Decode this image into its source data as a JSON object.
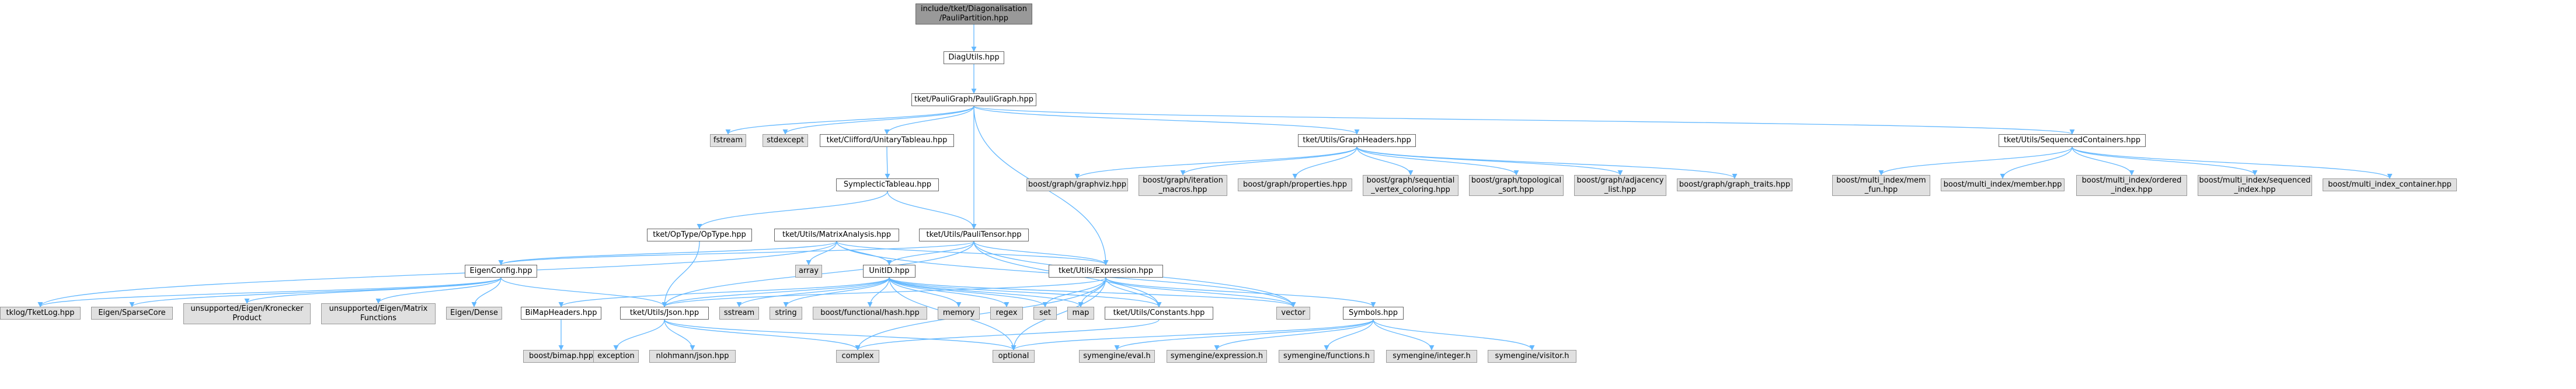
{
  "colors": {
    "edge": "#63b8ff",
    "border": "#666666",
    "external_fill": "#e0e0e0",
    "root_fill": "#999999",
    "node_fill": "#ffffff"
  },
  "nodes": {
    "root": "include/tket/Diagonalisation\n/PauliPartition.hpp",
    "diagutils": "DiagUtils.hpp",
    "pauligraph": "tket/PauliGraph/PauliGraph.hpp",
    "fstream": "fstream",
    "stdexcept": "stdexcept",
    "unitarytableau": "tket/Clifford/UnitaryTableau.hpp",
    "graphheaders": "tket/Utils/GraphHeaders.hpp",
    "seqcontainers": "tket/Utils/SequencedContainers.hpp",
    "graphviz": "boost/graph/graphviz.hpp",
    "iteration_macros": "boost/graph/iteration\n_macros.hpp",
    "properties": "boost/graph/properties.hpp",
    "seq_vertex_coloring": "boost/graph/sequential\n_vertex_coloring.hpp",
    "topological_sort": "boost/graph/topological\n_sort.hpp",
    "adjacency_list": "boost/graph/adjacency\n_list.hpp",
    "graph_traits": "boost/graph/graph_traits.hpp",
    "mem_fun": "boost/multi_index/mem\n_fun.hpp",
    "member": "boost/multi_index/member.hpp",
    "ordered_index": "boost/multi_index/ordered\n_index.hpp",
    "sequenced_index": "boost/multi_index/sequenced\n_index.hpp",
    "multi_index_container": "boost/multi_index_container.hpp",
    "symplectic": "SymplecticTableau.hpp",
    "optype": "tket/OpType/OpType.hpp",
    "matrixanalysis": "tket/Utils/MatrixAnalysis.hpp",
    "paulitensor": "tket/Utils/PauliTensor.hpp",
    "array": "array",
    "expression": "tket/Utils/Expression.hpp",
    "eigenconfig": "EigenConfig.hpp",
    "unitid": "UnitID.hpp",
    "tklog": "tklog/TketLog.hpp",
    "sparsecore": "Eigen/SparseCore",
    "kronecker": "unsupported/Eigen/Kronecker\nProduct",
    "matrixfunctions": "unsupported/Eigen/Matrix\nFunctions",
    "eigendense": "Eigen/Dense",
    "bimapheaders": "BiMapHeaders.hpp",
    "json": "tket/Utils/Json.hpp",
    "sstream": "sstream",
    "string": "string",
    "functional_hash": "boost/functional/hash.hpp",
    "memory": "memory",
    "regex": "regex",
    "set": "set",
    "map": "map",
    "constants": "tket/Utils/Constants.hpp",
    "vector": "vector",
    "symbols": "Symbols.hpp",
    "bimap": "boost/bimap.hpp",
    "exception": "exception",
    "nlohmann": "nlohmann/json.hpp",
    "complex": "complex",
    "optional": "optional",
    "sym_eval": "symengine/eval.h",
    "sym_expression": "symengine/expression.h",
    "sym_functions": "symengine/functions.h",
    "sym_integer": "symengine/integer.h",
    "sym_visitor": "symengine/visitor.h"
  }
}
